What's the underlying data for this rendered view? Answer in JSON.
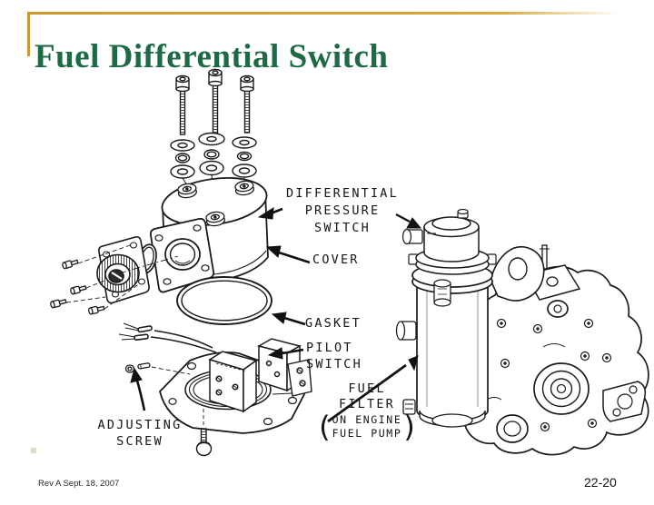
{
  "slide": {
    "title": "Fuel Differential Switch",
    "footer": {
      "revision": "Rev A Sept. 18, 2007",
      "page_number": "22-20"
    }
  },
  "diagram": {
    "labels": {
      "differential_pressure_switch": "DIFFERENTIAL\nPRESSURE\nSWITCH",
      "cover": "COVER",
      "gasket": "GASKET",
      "pilot_switch": "PILOT\nSWITCH",
      "fuel_filter": "FUEL\nFILTER",
      "fuel_filter_note_open": "(",
      "fuel_filter_note": "ON ENGINE\nFUEL PUMP",
      "fuel_filter_note_close": ")"
    },
    "adjusting_screw_label": "ADJUSTING\nSCREW"
  },
  "colors": {
    "title_green": "#1d6a45",
    "accent_gold": "#c9992f",
    "diagram_ink": "#1b1b1b",
    "background": "#ffffff"
  }
}
